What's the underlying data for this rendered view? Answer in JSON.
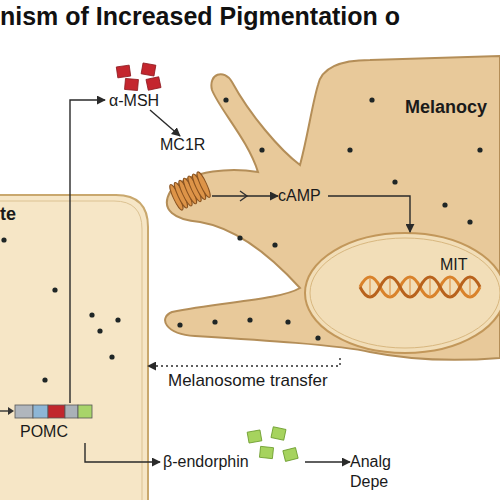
{
  "diagram": {
    "title": "nism of Increased Pigmentation o",
    "nodes": [
      {
        "text": [
          "α-MSH"
        ]
      },
      {
        "text": [
          "Melanocy"
        ]
      },
      {
        "text": [
          "MC1R"
        ],
        "in": 1
      },
      {
        "text": [
          "cAMP"
        ],
        "in": 1
      },
      {
        "text": [
          "MIT"
        ],
        "in": 1
      },
      {
        "text": [
          "te"
        ]
      },
      {
        "text": [
          "POMC"
        ],
        "in": 5
      },
      {
        "text": [
          "β-endorphin"
        ]
      },
      {
        "text": [
          "Analg",
          "Depe"
        ]
      }
    ],
    "edges": [
      {
        "from": 0,
        "to": 2,
        "arrow": "to"
      },
      {
        "from": 2,
        "to": 3,
        "arrow": "to"
      },
      {
        "from": 3,
        "to": 4,
        "arrow": "to"
      },
      {
        "from": 1,
        "to": 5,
        "label": "Melanosome transfer",
        "arrow": "to"
      },
      {
        "from": 6,
        "to": 0,
        "arrow": "to"
      },
      {
        "from": 6,
        "to": 7,
        "arrow": "to"
      },
      {
        "from": 7,
        "to": 8,
        "arrow": "to"
      }
    ]
  }
}
